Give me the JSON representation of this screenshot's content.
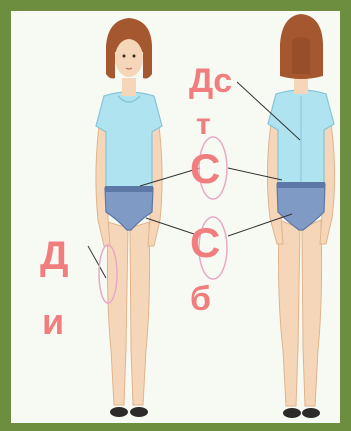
{
  "labels": {
    "front_waist": "Дс",
    "front_waist_line2": "т",
    "center_hip_1": "С",
    "center_hip_2": "С",
    "center_hip_2_line2": "б",
    "side_leg": "Д",
    "side_leg_line2": "и"
  },
  "colors": {
    "frame_outer": "#6d8e3f",
    "frame_inner": "#f7f9f3",
    "skin": "#f6d6b8",
    "skin_shadow": "#e9bf9a",
    "hair": "#a5572f",
    "shirt": "#aee3ef",
    "shirt_shadow": "#86c6d8",
    "briefs": "#7f9ac4",
    "briefs_dark": "#5d77a6",
    "shoe": "#2d2b2a",
    "label": "#f07e7e",
    "pointer_line": "#333333",
    "ellipse": "#e8a8c8"
  }
}
